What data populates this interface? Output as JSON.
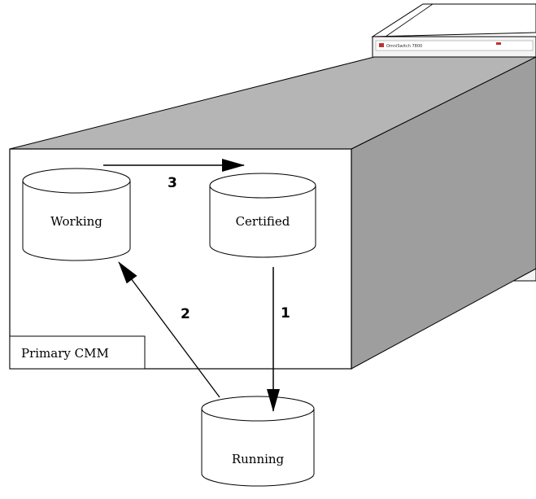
{
  "diagram": {
    "databases": {
      "working": "Working",
      "certified": "Certified",
      "running": "Running"
    },
    "box_label": "Primary CMM",
    "steps": {
      "step1": "1",
      "step2": "2",
      "step3": "3"
    },
    "chassis_label": "OmniSwitch 7800"
  }
}
